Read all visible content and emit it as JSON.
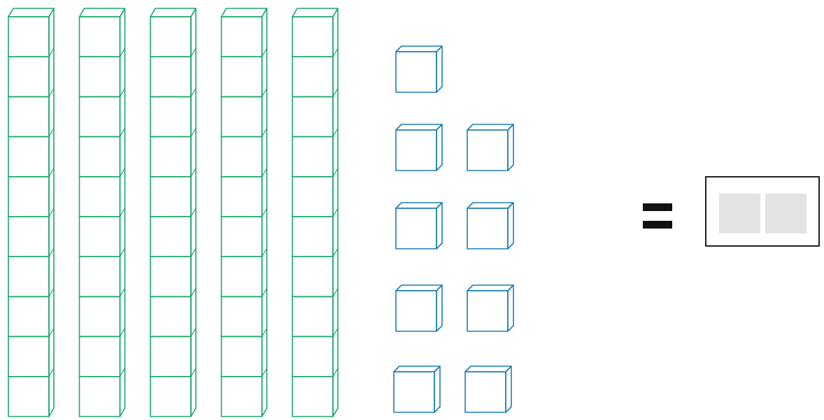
{
  "figure": {
    "tens_rods": 5,
    "units_per_rod": 10,
    "ones_cubes": 9,
    "equals_symbol": "=",
    "answer_digits": [
      "",
      ""
    ]
  },
  "colors": {
    "rod_stroke": "#1aa86b",
    "cube_stroke": "#1c7fb4",
    "equals_fill": "#111111",
    "answer_border": "#222222",
    "answer_slot_fill": "#e3e3e3",
    "background": "#ffffff"
  }
}
